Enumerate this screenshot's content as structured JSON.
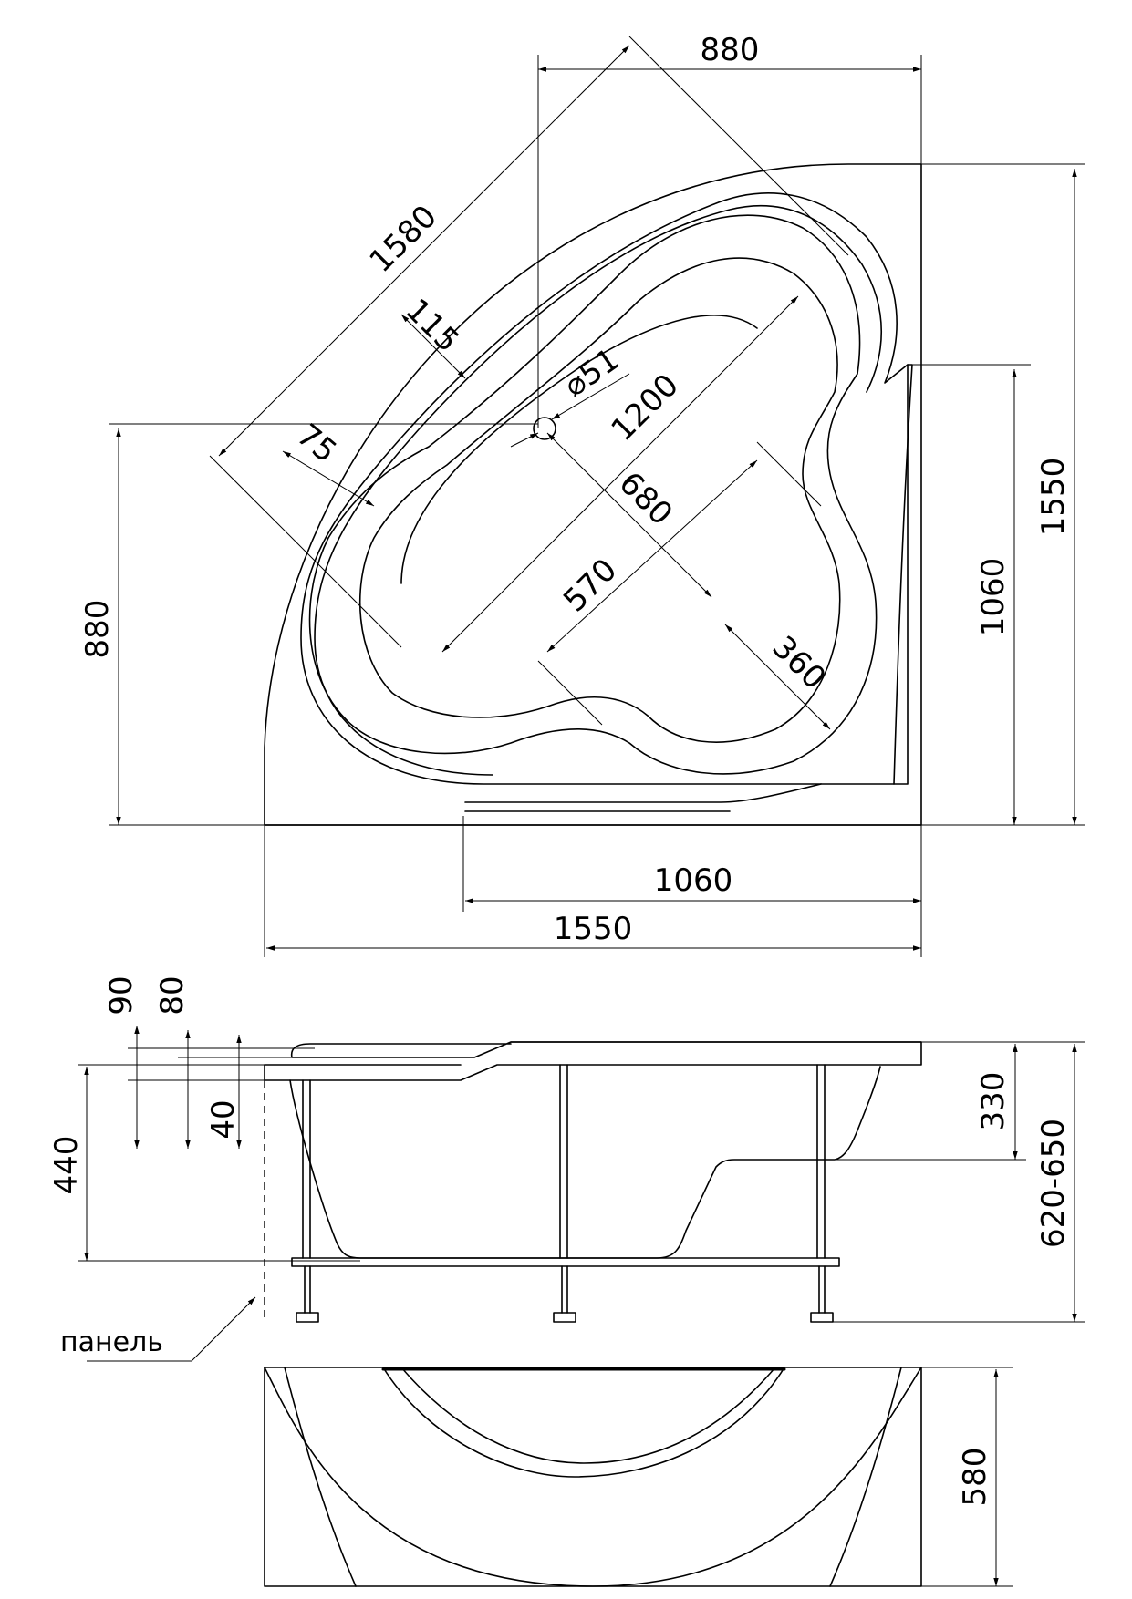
{
  "plan_view": {
    "top_width": "880",
    "diagonal_front": "1580",
    "rim_width_115": "115",
    "rim_width_75": "75",
    "drain_diameter": "⌀51",
    "inner_length": "1200",
    "inner_width": "680",
    "seat_length": "570",
    "seat_width": "360",
    "left_height": "880",
    "right_inner_height": "1060",
    "right_total_height": "1550",
    "bottom_inner_width": "1060",
    "bottom_total_width": "1550"
  },
  "side_view": {
    "dim_90": "90",
    "dim_80": "80",
    "dim_40": "40",
    "depth_440": "440",
    "dim_330": "330",
    "total_height": "620-650",
    "panel_label": "панель"
  },
  "panel_view": {
    "panel_height": "580"
  }
}
